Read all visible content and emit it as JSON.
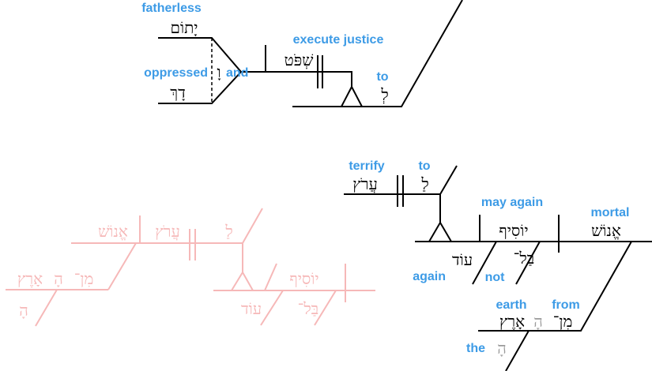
{
  "colors": {
    "gloss": "#3d9be6",
    "line": "#000000",
    "hebrew": "#000000",
    "article": "#9a9a9a",
    "ghost": "#f6b8b8"
  },
  "top": {
    "fatherless": {
      "gloss": "fatherless",
      "hebrew": "יָתוֹם"
    },
    "oppressed": {
      "gloss": "oppressed",
      "hebrew": "דָךְ"
    },
    "and": {
      "gloss": "and",
      "hebrew": "וָ"
    },
    "execute_justice": {
      "gloss": "execute justice",
      "hebrew": "שְׁפֹּט"
    },
    "to": {
      "gloss": "to",
      "hebrew": "לְ"
    }
  },
  "right": {
    "terrify": {
      "gloss": "terrify",
      "hebrew": "עֲרֹץ"
    },
    "to": {
      "gloss": "to",
      "hebrew": "לַ"
    },
    "may_again": {
      "gloss": "may again",
      "hebrew": "יוֹסִיף"
    },
    "mortal": {
      "gloss": "mortal",
      "hebrew": "אֱנוֹשׁ"
    },
    "again": {
      "gloss": "again",
      "hebrew": "עוֹד"
    },
    "not": {
      "gloss": "not",
      "hebrew": "בַּל־"
    },
    "from": {
      "gloss": "from",
      "hebrew": "מִן־"
    },
    "earth": {
      "gloss": "earth",
      "hebrew": "אָרֶץ",
      "article": "הָ"
    },
    "the": {
      "gloss": "the",
      "hebrew": "הָ"
    }
  },
  "ghost": {
    "enosh": "אֱנוֹשׁ",
    "arots": "עֲרֹץ",
    "la": "לַ",
    "yosif": "יוֹסִיף",
    "od": "עוֹד",
    "bal": "בַּל־",
    "min": "מִן־",
    "ha": "הָ",
    "erets": "אָרֶץ",
    "ha2": "הָ"
  }
}
